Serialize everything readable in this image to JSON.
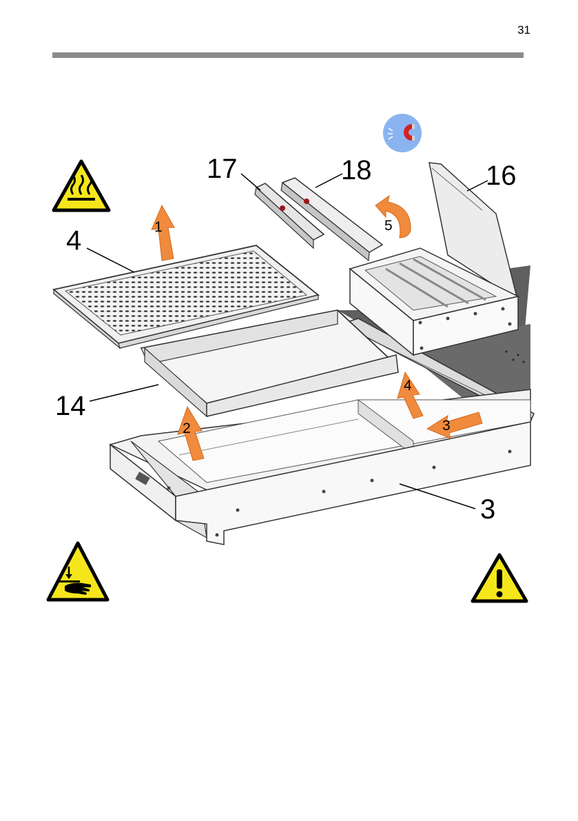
{
  "page": {
    "number": "31"
  },
  "callouts": {
    "c17": "17",
    "c18": "18",
    "c16": "16",
    "c4": "4",
    "c14": "14",
    "c3": "3"
  },
  "steps": {
    "s1": "1",
    "s2": "2",
    "s3": "3",
    "s4": "4",
    "s5": "5"
  },
  "icons": {
    "hot_surface": "hot-surface-warning-icon",
    "hand_crush": "hand-crush-warning-icon",
    "general_warning": "general-warning-icon",
    "magnet": "magnet-icon"
  },
  "colors": {
    "arrow": "#f08a3c",
    "warning_yellow": "#f5e61c",
    "magnet_bg": "#8ab4f0",
    "magnet_red": "#d42020",
    "gray_part": "#5d5d5d"
  }
}
